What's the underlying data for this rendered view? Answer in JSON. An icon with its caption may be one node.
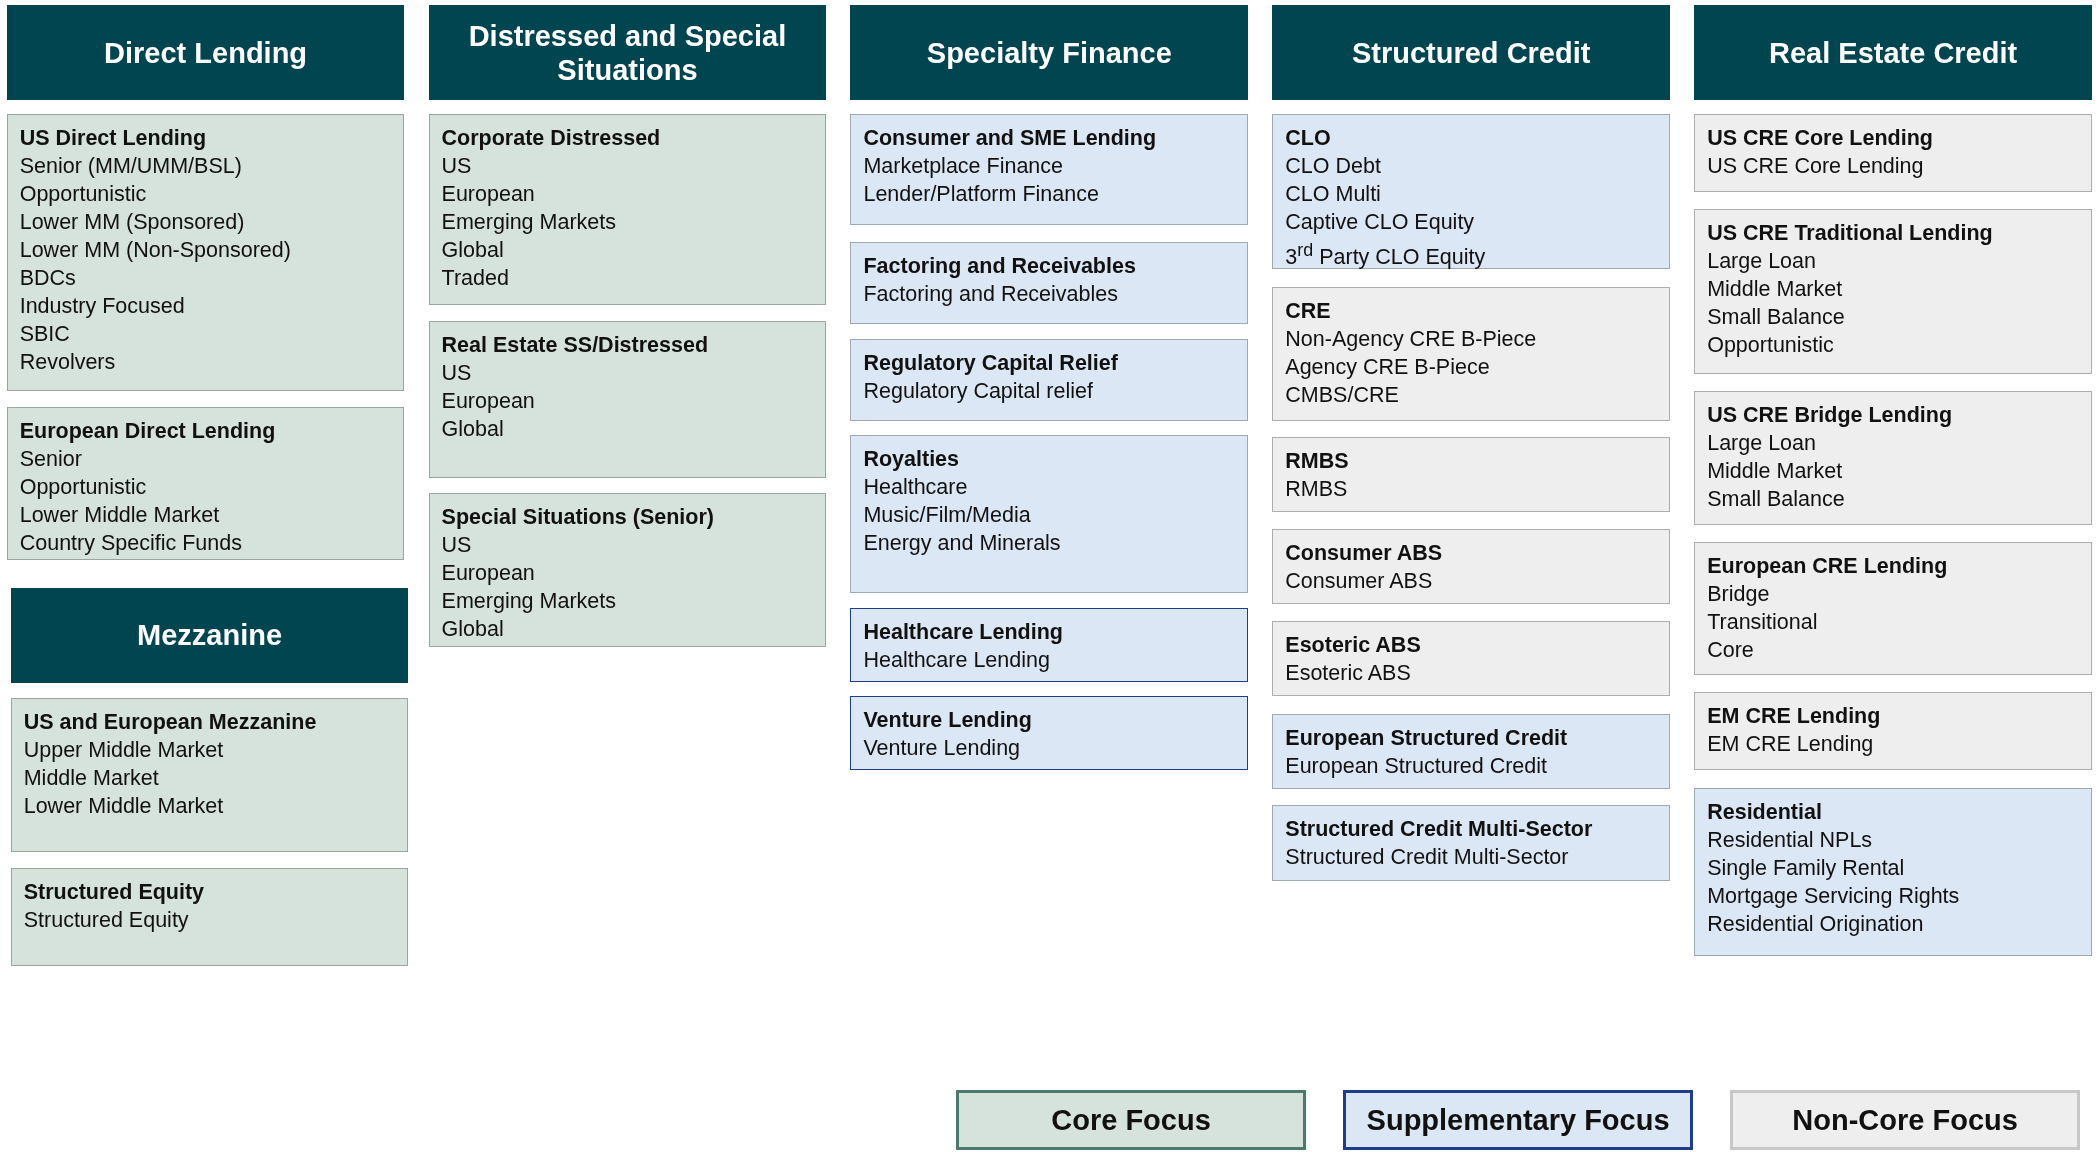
{
  "diagram": {
    "nodes": [
      {
        "text": [
          "Direct Lending"
        ]
      },
      {
        "text": [
          "US Direct Lending",
          "Senior  (MM/UMM/BSL)",
          "Opportunistic",
          "Lower MM (Sponsored)",
          "Lower MM (Non-Sponsored)",
          "BDCs",
          "Industry Focused",
          "SBIC",
          "Revolvers"
        ]
      },
      {
        "text": [
          "European Direct Lending",
          "Senior",
          "Opportunistic",
          "Lower Middle Market",
          "Country Specific Funds"
        ]
      },
      {
        "text": [
          "Mezzanine"
        ]
      },
      {
        "text": [
          "US and European Mezzanine",
          "Upper Middle Market",
          "Middle Market",
          "Lower Middle Market"
        ]
      },
      {
        "text": [
          "Structured Equity",
          "Structured Equity"
        ]
      },
      {
        "text": [
          "Distressed and Special Situations"
        ]
      },
      {
        "text": [
          "Corporate Distressed",
          "US",
          "European",
          "Emerging Markets",
          "Global",
          "Traded"
        ]
      },
      {
        "text": [
          "Real Estate SS/Distressed",
          "US",
          "European",
          "Global"
        ]
      },
      {
        "text": [
          "Special Situations (Senior)",
          "US",
          "European",
          "Emerging Markets",
          "Global"
        ]
      },
      {
        "text": [
          "Specialty Finance"
        ]
      },
      {
        "text": [
          "Consumer and SME Lending",
          "Marketplace Finance",
          "Lender/Platform Finance"
        ]
      },
      {
        "text": [
          "Factoring and Receivables",
          "Factoring and Receivables"
        ]
      },
      {
        "text": [
          "Regulatory Capital Relief",
          "Regulatory Capital relief"
        ]
      },
      {
        "text": [
          "Royalties",
          "Healthcare",
          "Music/Film/Media",
          "Energy and Minerals"
        ]
      },
      {
        "text": [
          "Healthcare Lending",
          "Healthcare Lending"
        ]
      },
      {
        "text": [
          "Venture Lending",
          "Venture Lending"
        ]
      },
      {
        "text": [
          "Structured Credit"
        ]
      },
      {
        "text": [
          "CLO",
          "CLO Debt",
          "CLO Multi",
          "Captive CLO Equity",
          "3$^{rd}$ Party CLO Equity"
        ]
      },
      {
        "text": [
          "CRE",
          "Non-Agency CRE B-Piece",
          "Agency CRE B-Piece",
          "CMBS/CRE"
        ]
      },
      {
        "text": [
          "RMBS",
          "RMBS"
        ]
      },
      {
        "text": [
          "Consumer ABS",
          "Consumer ABS"
        ]
      },
      {
        "text": [
          "Esoteric ABS",
          "Esoteric ABS"
        ]
      },
      {
        "text": [
          "European Structured Credit",
          "European Structured Credit"
        ]
      },
      {
        "text": [
          "Structured Credit Multi-Sector",
          "Structured Credit Multi-Sector"
        ]
      },
      {
        "text": [
          "Real Estate Credit"
        ]
      },
      {
        "text": [
          "US CRE Core Lending",
          "US CRE Core Lending"
        ]
      },
      {
        "text": [
          "US CRE Traditional Lending",
          "Large Loan",
          "Middle Market",
          "Small Balance",
          "Opportunistic"
        ]
      },
      {
        "text": [
          "US CRE Bridge Lending",
          "Large Loan",
          "Middle Market",
          "Small Balance"
        ]
      },
      {
        "text": [
          "European CRE Lending",
          "Bridge",
          "Transitional",
          "Core"
        ]
      },
      {
        "text": [
          "EM CRE Lending",
          "EM CRE Lending"
        ]
      },
      {
        "text": [
          "Residential",
          "Residential NPLs",
          "Single Family Rental",
          "Mortgage Servicing Rights",
          "Residential Origination"
        ]
      }
    ],
    "legend": [
      {
        "text": "Core Focus",
        "color": "#d5e3dc"
      },
      {
        "text": "Supplementary Focus",
        "color": "#dce7f5"
      },
      {
        "text": "Non-Core Focus",
        "color": "#eeeeee"
      }
    ]
  }
}
